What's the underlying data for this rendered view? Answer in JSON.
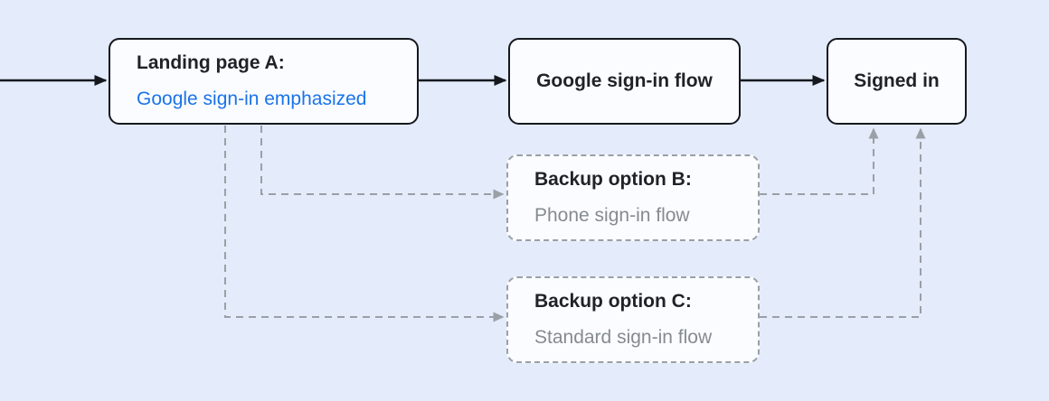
{
  "diagram": {
    "nodes": {
      "landing": {
        "title": "Landing page A:",
        "subtitle": "Google sign-in emphasized"
      },
      "google_flow": {
        "label": "Google sign-in flow"
      },
      "signed_in": {
        "label": "Signed in"
      },
      "backup_b": {
        "title": "Backup option B:",
        "subtitle": "Phone sign-in flow"
      },
      "backup_c": {
        "title": "Backup option C:",
        "subtitle": "Standard sign-in flow"
      }
    },
    "edges": [
      {
        "from": "start",
        "to": "landing",
        "style": "solid"
      },
      {
        "from": "landing",
        "to": "google_flow",
        "style": "solid"
      },
      {
        "from": "google_flow",
        "to": "signed_in",
        "style": "solid"
      },
      {
        "from": "landing",
        "to": "backup_b",
        "style": "dashed"
      },
      {
        "from": "landing",
        "to": "backup_c",
        "style": "dashed"
      },
      {
        "from": "backup_b",
        "to": "signed_in",
        "style": "dashed"
      },
      {
        "from": "backup_c",
        "to": "signed_in",
        "style": "dashed"
      }
    ],
    "colors": {
      "background": "#e4ebfa",
      "node_fill": "#fafcff",
      "node_border": "#15181d",
      "arrow_dark": "#15181d",
      "connector_gray": "#9aa0a6",
      "text_dark": "#1f2227",
      "text_blue": "#1a73e8",
      "text_gray": "#868b91"
    }
  }
}
